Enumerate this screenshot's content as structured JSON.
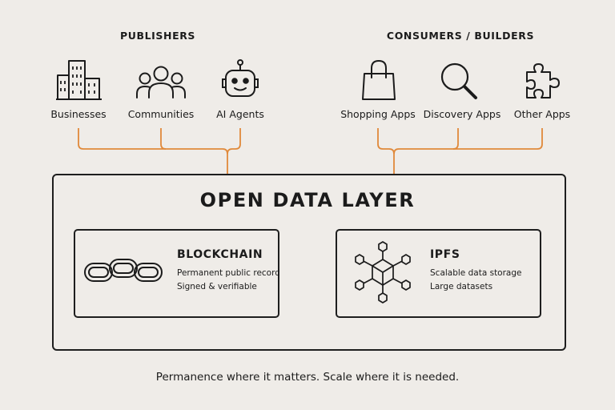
{
  "publishers": {
    "title": "PUBLISHERS",
    "items": [
      {
        "label": "Businesses",
        "icon": "buildings-icon"
      },
      {
        "label": "Communities",
        "icon": "people-icon"
      },
      {
        "label": "AI Agents",
        "icon": "robot-icon"
      }
    ]
  },
  "consumers": {
    "title": "CONSUMERS / BUILDERS",
    "items": [
      {
        "label": "Shopping Apps",
        "icon": "shopping-bag-icon"
      },
      {
        "label": "Discovery Apps",
        "icon": "magnifier-icon"
      },
      {
        "label": "Other Apps",
        "icon": "puzzle-piece-icon"
      }
    ]
  },
  "layer": {
    "title": "OPEN DATA LAYER",
    "blockchain": {
      "title": "BLOCKCHAIN",
      "lines": [
        "Permanent public record",
        "Signed & verifiable"
      ],
      "icon": "chain-links-icon"
    },
    "ipfs": {
      "title": "IPFS",
      "lines": [
        "Scalable data storage",
        "Large datasets"
      ],
      "icon": "network-cube-icon"
    }
  },
  "tagline": "Permanence where it matters. Scale where it is needed.",
  "colors": {
    "connector": "#e0893a",
    "background": "#efece8",
    "ink": "#1b1b1b"
  }
}
